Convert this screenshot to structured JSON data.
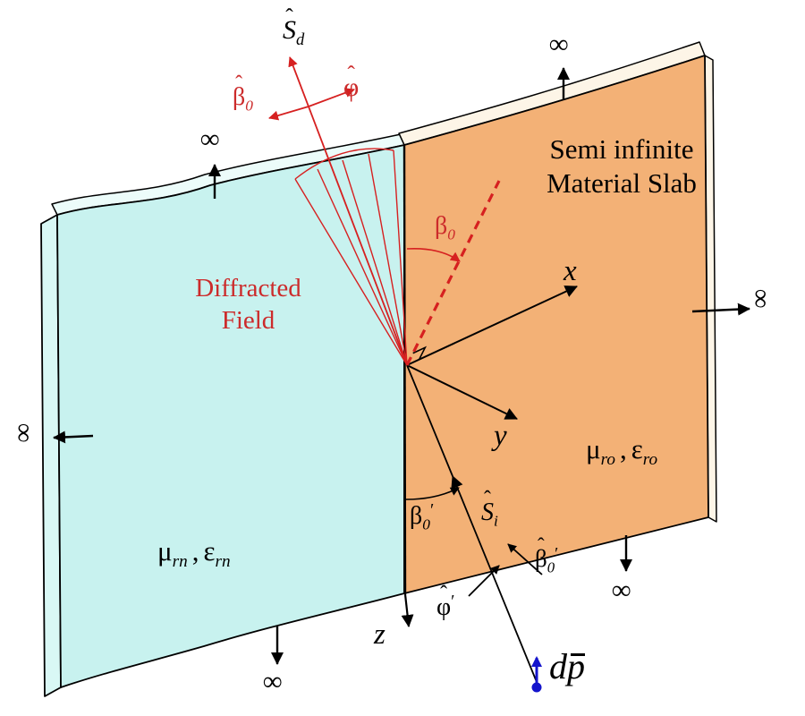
{
  "colors": {
    "bg": "#ffffff",
    "line": "#000000",
    "left_slab": "#c8f2ef",
    "left_slab_side": "#d9f8f5",
    "left_slab_top": "#ecfcfa",
    "right_slab": "#f3b176",
    "right_slab_top": "#fdf5e7",
    "red": "#d62020",
    "red_text": "#cc2b2b",
    "blue": "#1414cc"
  },
  "slab": {
    "title_line1": "Semi infinite",
    "title_line2": "Material Slab"
  },
  "regions": {
    "diffracted_line1": "Diffracted",
    "diffracted_line2": "Field"
  },
  "materials": {
    "left": {
      "mu": "μ",
      "mu_sub": "rn",
      "sep": ",",
      "eps": "ε",
      "eps_sub": "rn"
    },
    "right": {
      "mu": "μ",
      "mu_sub": "ro",
      "sep": ",",
      "eps": "ε",
      "eps_sub": "ro"
    }
  },
  "axes": {
    "x": "x",
    "y": "y",
    "z": "z"
  },
  "vectors": {
    "s_d": {
      "hat": "ˆ",
      "base": "S",
      "sub": "d"
    },
    "s_i": {
      "hat": "ˆ",
      "base": "S",
      "sub": "i"
    },
    "beta0_hat": {
      "hat": "ˆ",
      "base": "β",
      "sub": "0"
    },
    "phi_hat": {
      "hat": "ˆ",
      "base": "φ"
    },
    "beta0_hat_prime": {
      "hat": "ˆ",
      "base": "β",
      "sub": "0",
      "prime": "′"
    },
    "phi_hat_prime": {
      "hat": "ˆ",
      "base": "φ",
      "prime": "′"
    }
  },
  "angles": {
    "beta0": {
      "base": "β",
      "sub": "0"
    },
    "beta0_prime": {
      "base": "β",
      "sub": "0",
      "prime": "′"
    }
  },
  "source": {
    "d": "d",
    "p": "p"
  },
  "infinity": "∞"
}
